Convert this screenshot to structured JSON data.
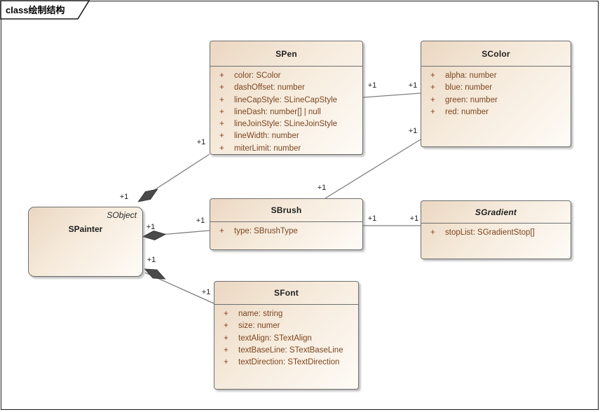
{
  "frame": {
    "label": "class绘制结构"
  },
  "colors": {
    "box_fill_start": "#ebd7c2",
    "box_fill_end": "#fefbf7",
    "box_border": "#6e6e6e",
    "attribute_text": "#7d451f",
    "wire": "#7f7f7f",
    "diamond": "#4a4a4a"
  },
  "classes": {
    "spainter": {
      "name": "SPainter",
      "stereotype": "SObject"
    },
    "spen": {
      "name": "SPen",
      "attributes": [
        {
          "vis": "+",
          "text": "color: SColor"
        },
        {
          "vis": "+",
          "text": "dashOffset: number"
        },
        {
          "vis": "+",
          "text": "lineCapStyle: SLineCapStyle"
        },
        {
          "vis": "+",
          "text": "lineDash: number[] | null"
        },
        {
          "vis": "+",
          "text": "lineJoinStyle: SLineJoinStyle"
        },
        {
          "vis": "+",
          "text": "lineWidth: number"
        },
        {
          "vis": "+",
          "text": "miterLimit: number"
        }
      ]
    },
    "scolor": {
      "name": "SColor",
      "attributes": [
        {
          "vis": "+",
          "text": "alpha: number"
        },
        {
          "vis": "+",
          "text": "blue: number"
        },
        {
          "vis": "+",
          "text": "green: number"
        },
        {
          "vis": "+",
          "text": "red: number"
        }
      ]
    },
    "sbrush": {
      "name": "SBrush",
      "attributes": [
        {
          "vis": "+",
          "text": "type: SBrushType"
        }
      ]
    },
    "sgradient": {
      "name": "SGradient",
      "abstract": true,
      "attributes": [
        {
          "vis": "+",
          "text": "stopList: SGradientStop[]"
        }
      ]
    },
    "sfont": {
      "name": "SFont",
      "attributes": [
        {
          "vis": "+",
          "text": "name: string"
        },
        {
          "vis": "+",
          "text": "size: numer"
        },
        {
          "vis": "+",
          "text": "textAlign: STextAlign"
        },
        {
          "vis": "+",
          "text": "textBaseLine: STextBaseLine"
        },
        {
          "vis": "+",
          "text": "textDirection: STextDirection"
        }
      ]
    }
  },
  "connections": [
    {
      "from": "SPainter",
      "to": "SPen",
      "type": "composition",
      "from_label": "+1",
      "to_label": "+1"
    },
    {
      "from": "SPainter",
      "to": "SBrush",
      "type": "composition",
      "from_label": "+1",
      "to_label": "+1"
    },
    {
      "from": "SPainter",
      "to": "SFont",
      "type": "composition",
      "from_label": "+1",
      "to_label": "+1"
    },
    {
      "from": "SPen",
      "to": "SColor",
      "type": "association",
      "from_label": "+1",
      "to_label": "+1"
    },
    {
      "from": "SBrush",
      "to": "SColor",
      "type": "association",
      "from_label": "+1",
      "to_label": "+1"
    },
    {
      "from": "SBrush",
      "to": "SGradient",
      "type": "association",
      "from_label": "+1",
      "to_label": "+1"
    }
  ]
}
